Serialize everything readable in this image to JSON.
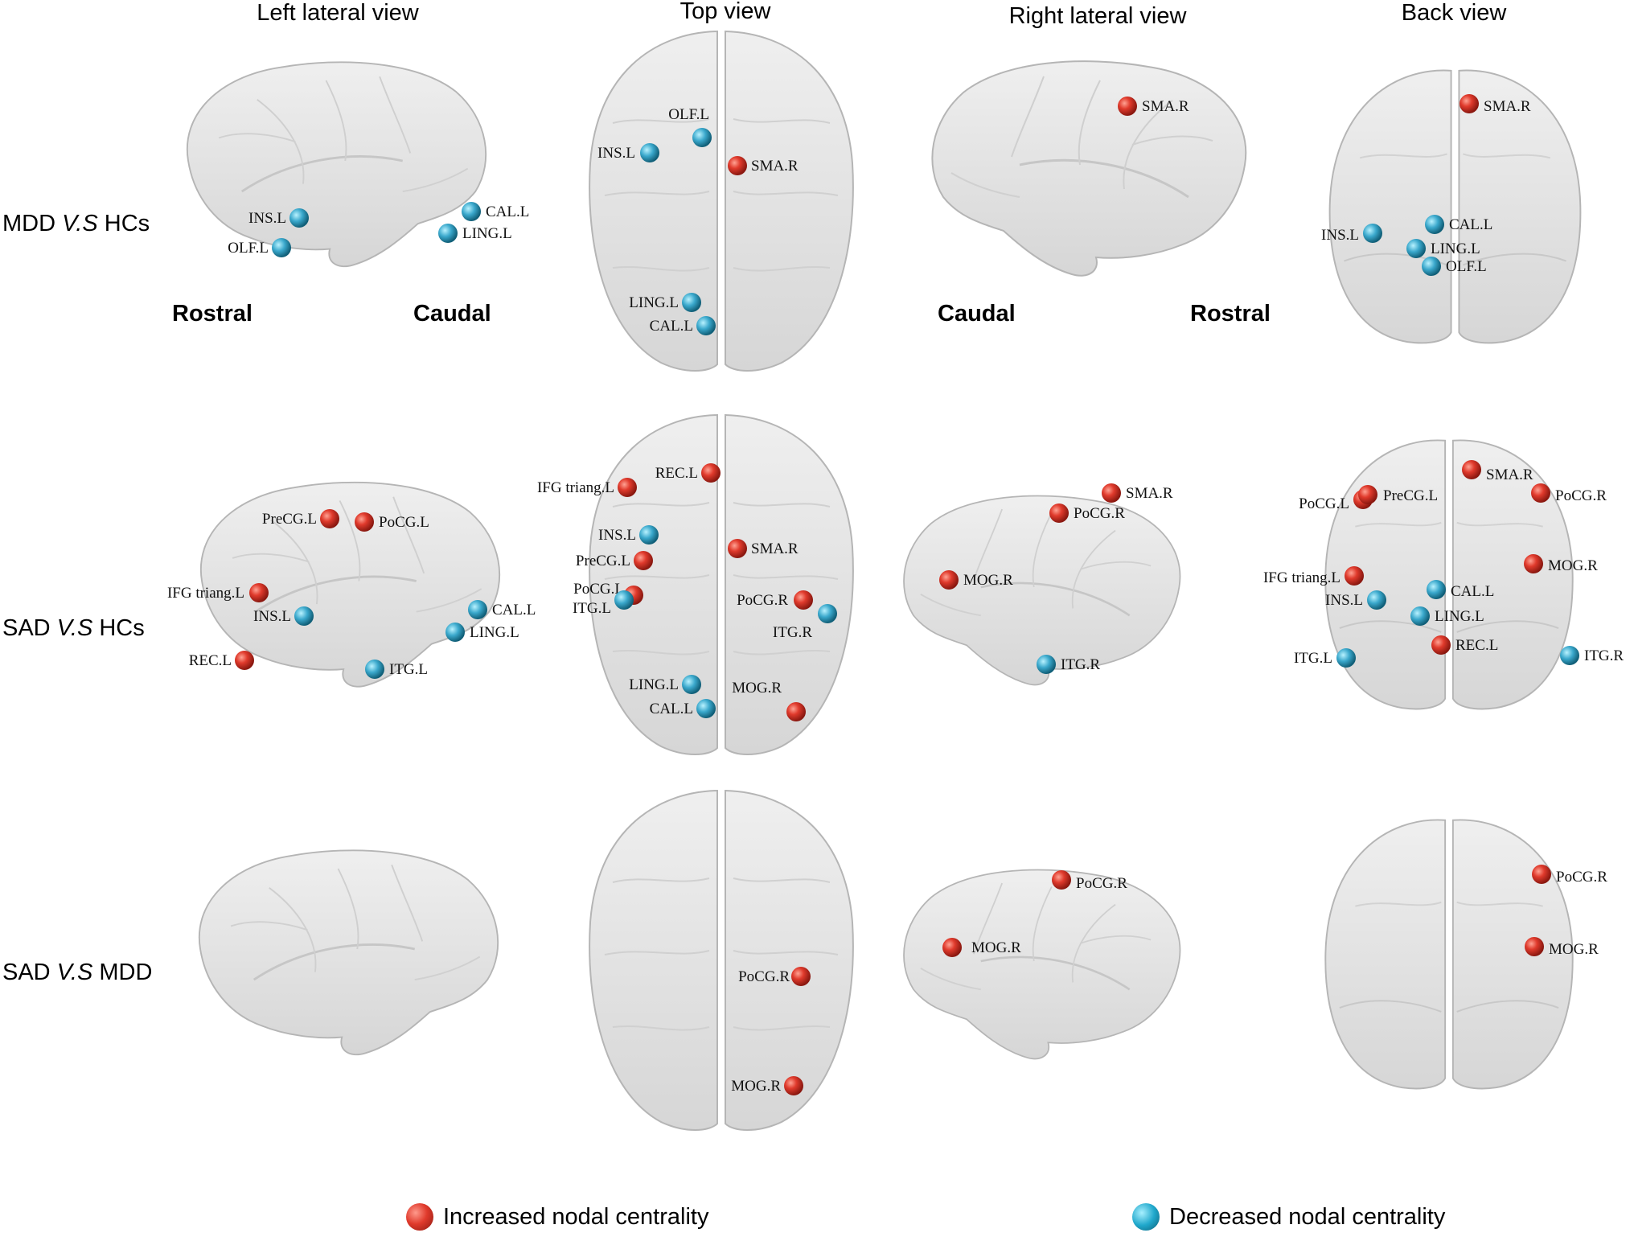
{
  "view_headers": [
    "Left lateral view",
    "Top view",
    "Right lateral view",
    "Back view"
  ],
  "rows": [
    {
      "group_a": "MDD",
      "vs": "V.S",
      "group_b": "HCs"
    },
    {
      "group_a": "SAD",
      "vs": "V.S",
      "group_b": "HCs"
    },
    {
      "group_a": "SAD",
      "vs": "V.S",
      "group_b": "MDD"
    }
  ],
  "orientation": {
    "left_rostral": "Rostral",
    "left_caudal": "Caudal",
    "right_caudal": "Caudal",
    "right_rostral": "Rostral"
  },
  "legend": {
    "increased": "Increased nodal centrality",
    "decreased": "Decreased nodal centrality"
  },
  "colors": {
    "increased": "#d83a2c",
    "decreased": "#2aa3c8",
    "brain_fill": "#e6e6e6",
    "brain_stroke": "#bdbdbd"
  },
  "nodes": {
    "r1_left": [
      {
        "label": "INS.L",
        "type": "decreased"
      },
      {
        "label": "OLF.L",
        "type": "decreased"
      },
      {
        "label": "CAL.L",
        "type": "decreased"
      },
      {
        "label": "LING.L",
        "type": "decreased"
      }
    ],
    "r1_top": [
      {
        "label": "OLF.L",
        "type": "decreased"
      },
      {
        "label": "INS.L",
        "type": "decreased"
      },
      {
        "label": "SMA.R",
        "type": "increased"
      },
      {
        "label": "LING.L",
        "type": "decreased"
      },
      {
        "label": "CAL.L",
        "type": "decreased"
      }
    ],
    "r1_right": [
      {
        "label": "SMA.R",
        "type": "increased"
      }
    ],
    "r1_back": [
      {
        "label": "SMA.R",
        "type": "increased"
      },
      {
        "label": "INS.L",
        "type": "decreased"
      },
      {
        "label": "CAL.L",
        "type": "decreased"
      },
      {
        "label": "LING.L",
        "type": "decreased"
      },
      {
        "label": "OLF.L",
        "type": "decreased"
      }
    ],
    "r2_left": [
      {
        "label": "PreCG.L",
        "type": "increased"
      },
      {
        "label": "PoCG.L",
        "type": "increased"
      },
      {
        "label": "IFG triang.L",
        "type": "increased"
      },
      {
        "label": "INS.L",
        "type": "decreased"
      },
      {
        "label": "CAL.L",
        "type": "decreased"
      },
      {
        "label": "LING.L",
        "type": "decreased"
      },
      {
        "label": "REC.L",
        "type": "increased"
      },
      {
        "label": "ITG.L",
        "type": "decreased"
      }
    ],
    "r2_top": [
      {
        "label": "REC.L",
        "type": "increased"
      },
      {
        "label": "IFG triang.L",
        "type": "increased"
      },
      {
        "label": "INS.L",
        "type": "decreased"
      },
      {
        "label": "SMA.R",
        "type": "increased"
      },
      {
        "label": "PreCG.L",
        "type": "increased"
      },
      {
        "label": "PoCG.L",
        "type": "increased"
      },
      {
        "label": "ITG.L",
        "type": "decreased"
      },
      {
        "label": "PoCG.R",
        "type": "increased"
      },
      {
        "label": "ITG.R",
        "type": "decreased"
      },
      {
        "label": "LING.L",
        "type": "decreased"
      },
      {
        "label": "MOG.R",
        "type": "increased"
      },
      {
        "label": "CAL.L",
        "type": "decreased"
      }
    ],
    "r2_right": [
      {
        "label": "SMA.R",
        "type": "increased"
      },
      {
        "label": "PoCG.R",
        "type": "increased"
      },
      {
        "label": "MOG.R",
        "type": "increased"
      },
      {
        "label": "ITG.R",
        "type": "decreased"
      }
    ],
    "r2_back": [
      {
        "label": "SMA.R",
        "type": "increased"
      },
      {
        "label": "PoCG.L",
        "type": "increased"
      },
      {
        "label": "PreCG.L",
        "type": "increased"
      },
      {
        "label": "PoCG.R",
        "type": "increased"
      },
      {
        "label": "MOG.R",
        "type": "increased"
      },
      {
        "label": "IFG triang.L",
        "type": "increased"
      },
      {
        "label": "CAL.L",
        "type": "decreased"
      },
      {
        "label": "INS.L",
        "type": "decreased"
      },
      {
        "label": "LING.L",
        "type": "decreased"
      },
      {
        "label": "ITG.L",
        "type": "decreased"
      },
      {
        "label": "REC.L",
        "type": "increased"
      },
      {
        "label": "ITG.R",
        "type": "decreased"
      }
    ],
    "r3_top": [
      {
        "label": "PoCG.R",
        "type": "increased"
      },
      {
        "label": "MOG.R",
        "type": "increased"
      }
    ],
    "r3_right": [
      {
        "label": "PoCG.R",
        "type": "increased"
      },
      {
        "label": "MOG.R",
        "type": "increased"
      }
    ],
    "r3_back": [
      {
        "label": "PoCG.R",
        "type": "increased"
      },
      {
        "label": "MOG.R",
        "type": "increased"
      }
    ]
  }
}
